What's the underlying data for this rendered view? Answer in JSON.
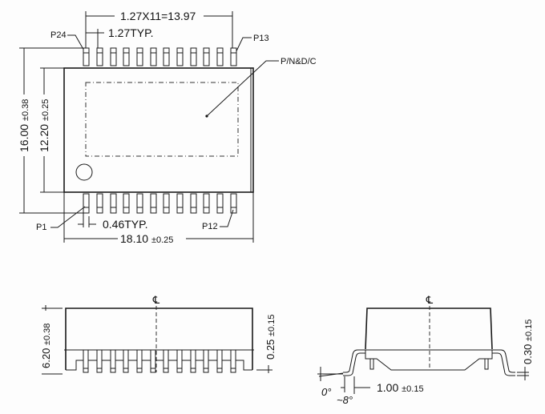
{
  "drawing": {
    "type": "SMD package outline (24-pin gull-wing)",
    "colors": {
      "line": "#1a1a1a",
      "background": "#fdfdfd"
    }
  },
  "top_view": {
    "pitch_total": "1.27X11=13.97",
    "pitch_typ": "1.27TYP.",
    "pin_labels": {
      "top_left": "P24",
      "top_right": "P13",
      "bottom_left": "P1",
      "bottom_right": "P12"
    },
    "marking_label": "P/N&D/C",
    "overall_length": "16.00",
    "overall_length_tol": "±0.38",
    "body_length": "12.20",
    "body_length_tol": "±0.25",
    "lead_width": "0.46TYP.",
    "overall_width": "18.10",
    "overall_width_tol": "±0.25",
    "pins_per_side": 12
  },
  "side_view": {
    "centerline_symbol": "℄",
    "height": "6.20",
    "height_tol": "±0.38",
    "standoff": "0.25",
    "standoff_tol": "±0.15"
  },
  "end_view": {
    "centerline_symbol": "℄",
    "lead_thickness": "0.30",
    "lead_thickness_tol": "±0.15",
    "foot_length": "1.00",
    "foot_length_tol": "±0.15",
    "angle_min": "0°",
    "angle_max": "8°"
  }
}
